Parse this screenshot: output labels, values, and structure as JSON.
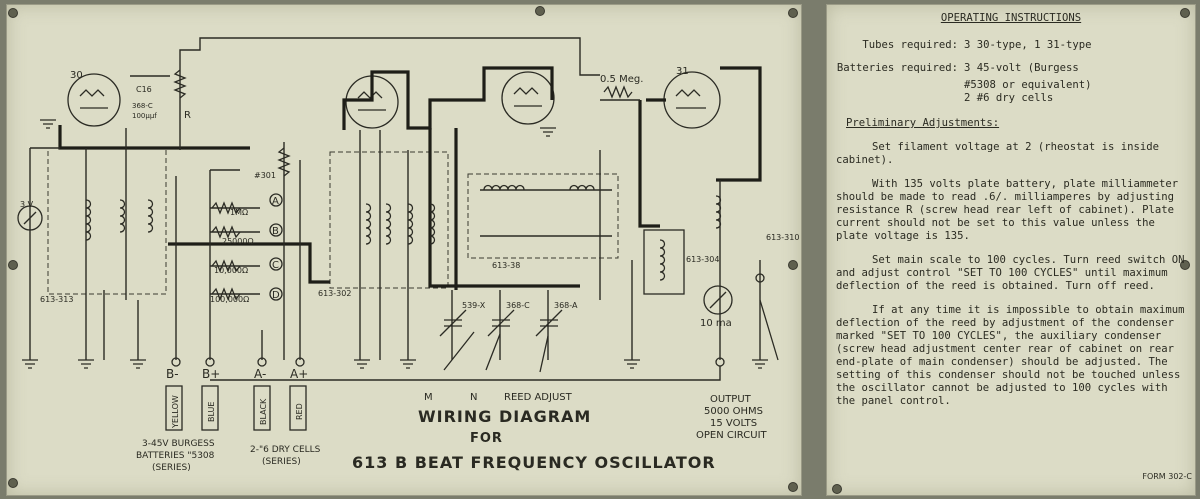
{
  "diagram": {
    "title_line1": "WIRING DIAGRAM",
    "title_line2": "FOR",
    "title_line3": "613 B BEAT FREQUENCY OSCILLATOR",
    "tube_labels": [
      "30",
      "31"
    ],
    "component_labels": {
      "c16": "C16",
      "c368c": "368-C",
      "c_value": "100μμf",
      "r": "R",
      "r301": "#301",
      "r1m": "1MΩ",
      "r25000": "25000Ω",
      "r10000": "10,000Ω",
      "r100000": "100,000Ω",
      "r05meg": "0.5 Meg.",
      "meter_3v": "3 V.",
      "meter_10ma": "10 ma",
      "t613_313": "613-313",
      "t613_302": "613-302",
      "t613_38": "613-38",
      "t613_304": "613-304",
      "t613_310": "613-310",
      "c539x": "539-X",
      "c368c2": "368-C",
      "c368a": "368-A",
      "a": "A",
      "b": "B",
      "c": "C",
      "d": "D"
    },
    "terminals": [
      "B-",
      "B+",
      "A-",
      "A+"
    ],
    "wire_colors": [
      "YELLOW",
      "BLUE",
      "BLACK",
      "RED"
    ],
    "battery_note_1": "3-45V BURGESS",
    "battery_note_2": "BATTERIES \"5308",
    "battery_note_3": "(SERIES)",
    "dry_note_1": "2-\"6 DRY CELLS",
    "dry_note_2": "(SERIES)",
    "controls": [
      "M",
      "N",
      "REED ADJUST"
    ],
    "output_1": "OUTPUT",
    "output_2": "5000 OHMS",
    "output_3": "15 VOLTS",
    "output_4": "OPEN CIRCUIT"
  },
  "instructions": {
    "title": "OPERATING INSTRUCTIONS",
    "tubes_key": "Tubes required:",
    "tubes_val": "3 30-type, 1 31-type",
    "batt_key": "Batteries required:",
    "batt_val_1": "3 45-volt (Burgess",
    "batt_val_2": "#5308 or equivalent)",
    "batt_val_3": "2 #6 dry cells",
    "prelim_heading": "Preliminary Adjustments:",
    "para1": "Set filament voltage at 2 (rheostat is inside cabinet).",
    "para2": "With 135 volts plate battery, plate milliammeter should be made to read .6/. milliamperes by adjusting resistance R (screw head rear left of cabinet). Plate current should not be set to this value unless the plate voltage is 135.",
    "para3": "Set main scale to 100 cycles. Turn reed switch ON and adjust control \"SET TO 100 CYCLES\" until maximum deflection of the reed is obtained. Turn off reed.",
    "para4": "If at any time it is impossible to obtain maximum deflection of the reed by adjustment of the condenser marked \"SET TO 100 CYCLES\", the auxiliary condenser (screw head adjustment center rear of cabinet on rear end-plate of main condenser) should be adjusted. The setting of this condenser should not be touched unless the oscillator cannot be adjusted to 100 cycles with the panel control.",
    "form": "FORM 302-C"
  }
}
